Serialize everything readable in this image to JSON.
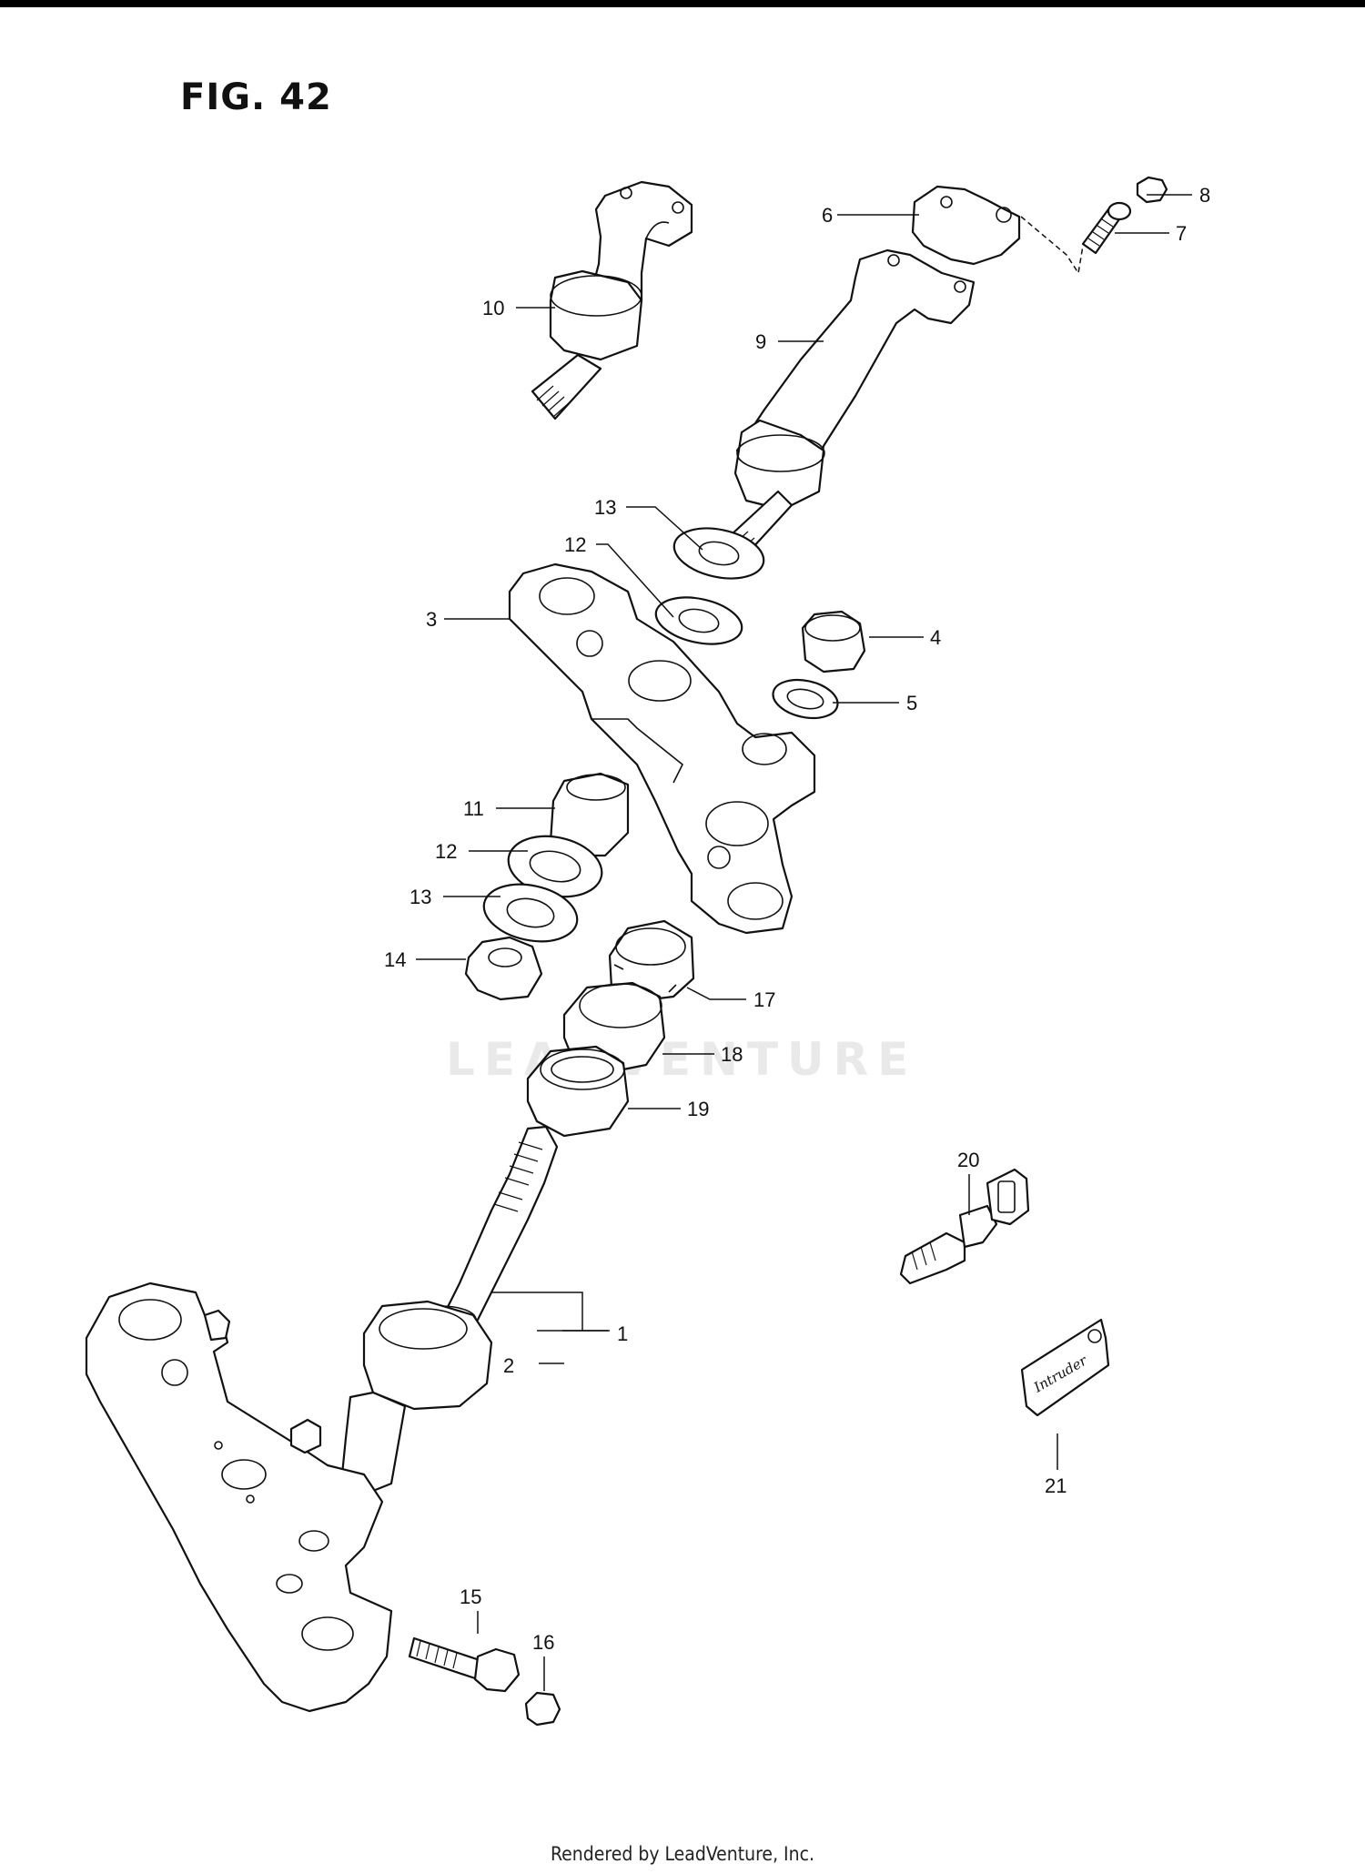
{
  "figure": {
    "title": "FIG. 42",
    "watermark": "LEADVENTURE",
    "footer": "Rendered by LeadVenture, Inc."
  },
  "callouts": {
    "c1": "1",
    "c2": "2",
    "c3": "3",
    "c4": "4",
    "c5": "5",
    "c6": "6",
    "c7": "7",
    "c8": "8",
    "c9": "9",
    "c10": "10",
    "c11": "11",
    "c12a": "12",
    "c12b": "12",
    "c13a": "13",
    "c13b": "13",
    "c14": "14",
    "c15": "15",
    "c16": "16",
    "c17": "17",
    "c18": "18",
    "c19": "19",
    "c20": "20",
    "c21": "21"
  },
  "tags": {
    "key_tag": "Intruder"
  }
}
